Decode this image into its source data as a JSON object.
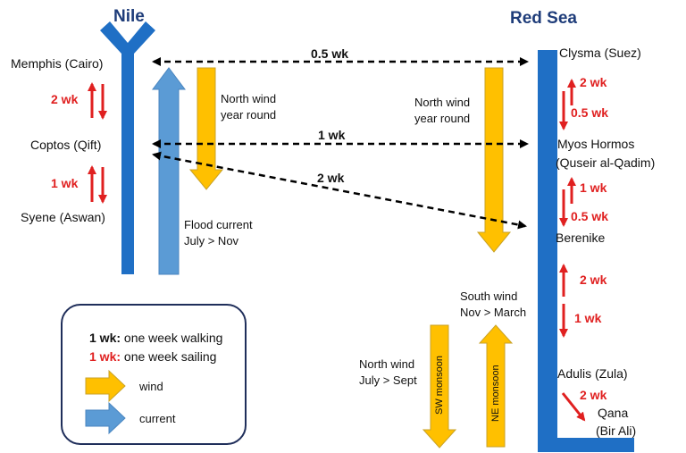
{
  "titles": {
    "nile": "Nile",
    "red_sea": "Red Sea"
  },
  "nile_places": {
    "memphis": "Memphis (Cairo)",
    "coptos": "Coptos (Qift)",
    "syene": "Syene (Aswan)"
  },
  "red_sea_places": {
    "clysma": "Clysma (Suez)",
    "myos_hormos_1": "Myos Hormos",
    "myos_hormos_2": "(Quseir al-Qadim)",
    "berenike": "Berenike",
    "adulis": "Adulis (Zula)",
    "qana_1": "Qana",
    "qana_2": "(Bir Ali)"
  },
  "walking_routes": {
    "memphis_clysma": "0.5 wk",
    "coptos_myos": "1 wk",
    "coptos_berenike": "2 wk"
  },
  "nile_sailing": {
    "memphis_coptos": "2 wk",
    "coptos_syene": "1 wk"
  },
  "red_sea_sailing": {
    "clysma_myos_up": "2 wk",
    "clysma_myos_down": "0.5 wk",
    "myos_berenike_up": "1 wk",
    "myos_berenike_down": "0.5 wk",
    "berenike_adulis_up": "2 wk",
    "berenike_adulis_down": "1 wk",
    "adulis_qana": "2 wk"
  },
  "winds_currents": {
    "nile_wind_1": "North wind",
    "nile_wind_2": "year round",
    "flood_1": "Flood current",
    "flood_2": "July > Nov",
    "sea_wind_1": "North wind",
    "sea_wind_2": "year round",
    "south_wind_1": "South wind",
    "south_wind_2": "Nov > March",
    "summer_wind_1": "North wind",
    "summer_wind_2": "July > Sept",
    "sw_monsoon": "SW  monsoon",
    "ne_monsoon": "NE  monsoon"
  },
  "legend": {
    "walk_key": "1 wk:",
    "walk_desc": "one week walking",
    "sail_key": "1 wk:",
    "sail_desc": "one week sailing",
    "wind": "wind",
    "current": "current"
  },
  "colors": {
    "river_sea": "#1f6fc5",
    "current": "#5b9bd5",
    "wind": "#ffc000",
    "sailing": "#e02020",
    "walking": "#000000",
    "title": "#1f3d7a"
  }
}
